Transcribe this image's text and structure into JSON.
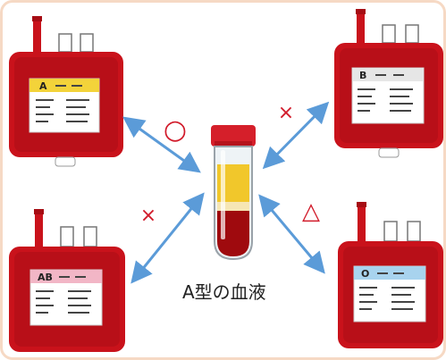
{
  "caption": "A型の血液",
  "symbols": {
    "top_left": "○",
    "top_right": "×",
    "bottom_left": "×",
    "bottom_right": "△"
  },
  "bags": [
    {
      "group": "A",
      "label_color": "#f3d33a"
    },
    {
      "group": "B",
      "label_color": "#e6e6e6"
    },
    {
      "group": "AB",
      "label_color": "#f2b6c6"
    },
    {
      "group": "O",
      "label_color": "#a8d3ee"
    }
  ],
  "colors": {
    "blood": "#c9121b",
    "arrow": "#5b9bd8",
    "symbol": "#d11a2a",
    "cap": "#d51f2a",
    "plasma": "#f1c72b",
    "red_cells": "#9f0a0e"
  }
}
